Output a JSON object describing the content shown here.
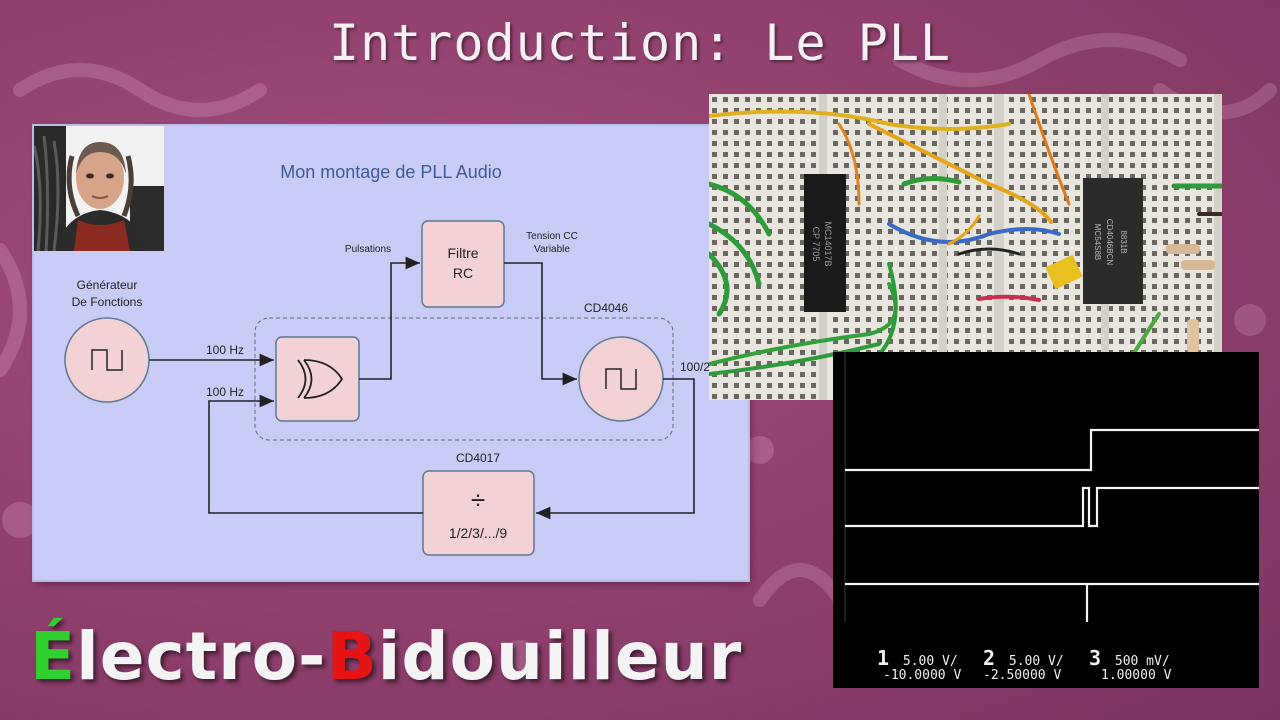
{
  "header": {
    "title": "Introduction: Le PLL"
  },
  "slide": {
    "title": "Mon montage de PLL Audio",
    "generator_label_1": "Générateur",
    "generator_label_2": "De Fonctions",
    "freq_in_1": "100 Hz",
    "freq_in_2": "100 Hz",
    "pulsations_label": "Pulsations",
    "filter_label_1": "Filtre",
    "filter_label_2": "RC",
    "tension_label_1": "Tension CC",
    "tension_label_2": "Variable",
    "vco_chip": "CD4046",
    "freq_out": "100/2",
    "divider_chip": "CD4017",
    "divider_symbol": "÷",
    "divider_ratios": "1/2/3/.../9"
  },
  "breadboard": {
    "chip_left_1": "MC14017B",
    "chip_left_2": "CP 7705",
    "chip_right_1": "CD4046BCN",
    "chip_right_2": "MC54S8B",
    "chip_right_3": "8831B"
  },
  "scope": {
    "ch1_num": "1",
    "ch1_scale": "5.00  V/",
    "ch1_offset": "-10.0000  V",
    "ch2_num": "2",
    "ch2_scale": "5.00  V/",
    "ch2_offset": "-2.50000  V",
    "ch3_num": "3",
    "ch3_scale": "500  mV/",
    "ch3_offset": "1.00000  V"
  },
  "brand": {
    "e_letter": "É",
    "part1": "lectro-",
    "b_letter": "B",
    "part2": "idouilleur"
  },
  "colors": {
    "background": "#8f3f6c",
    "slide": "#c9ccf6",
    "block_fill": "#f3d2d6",
    "slide_title": "#3c5a9c",
    "brand_green": "#2fd02f",
    "brand_red": "#e61414"
  }
}
